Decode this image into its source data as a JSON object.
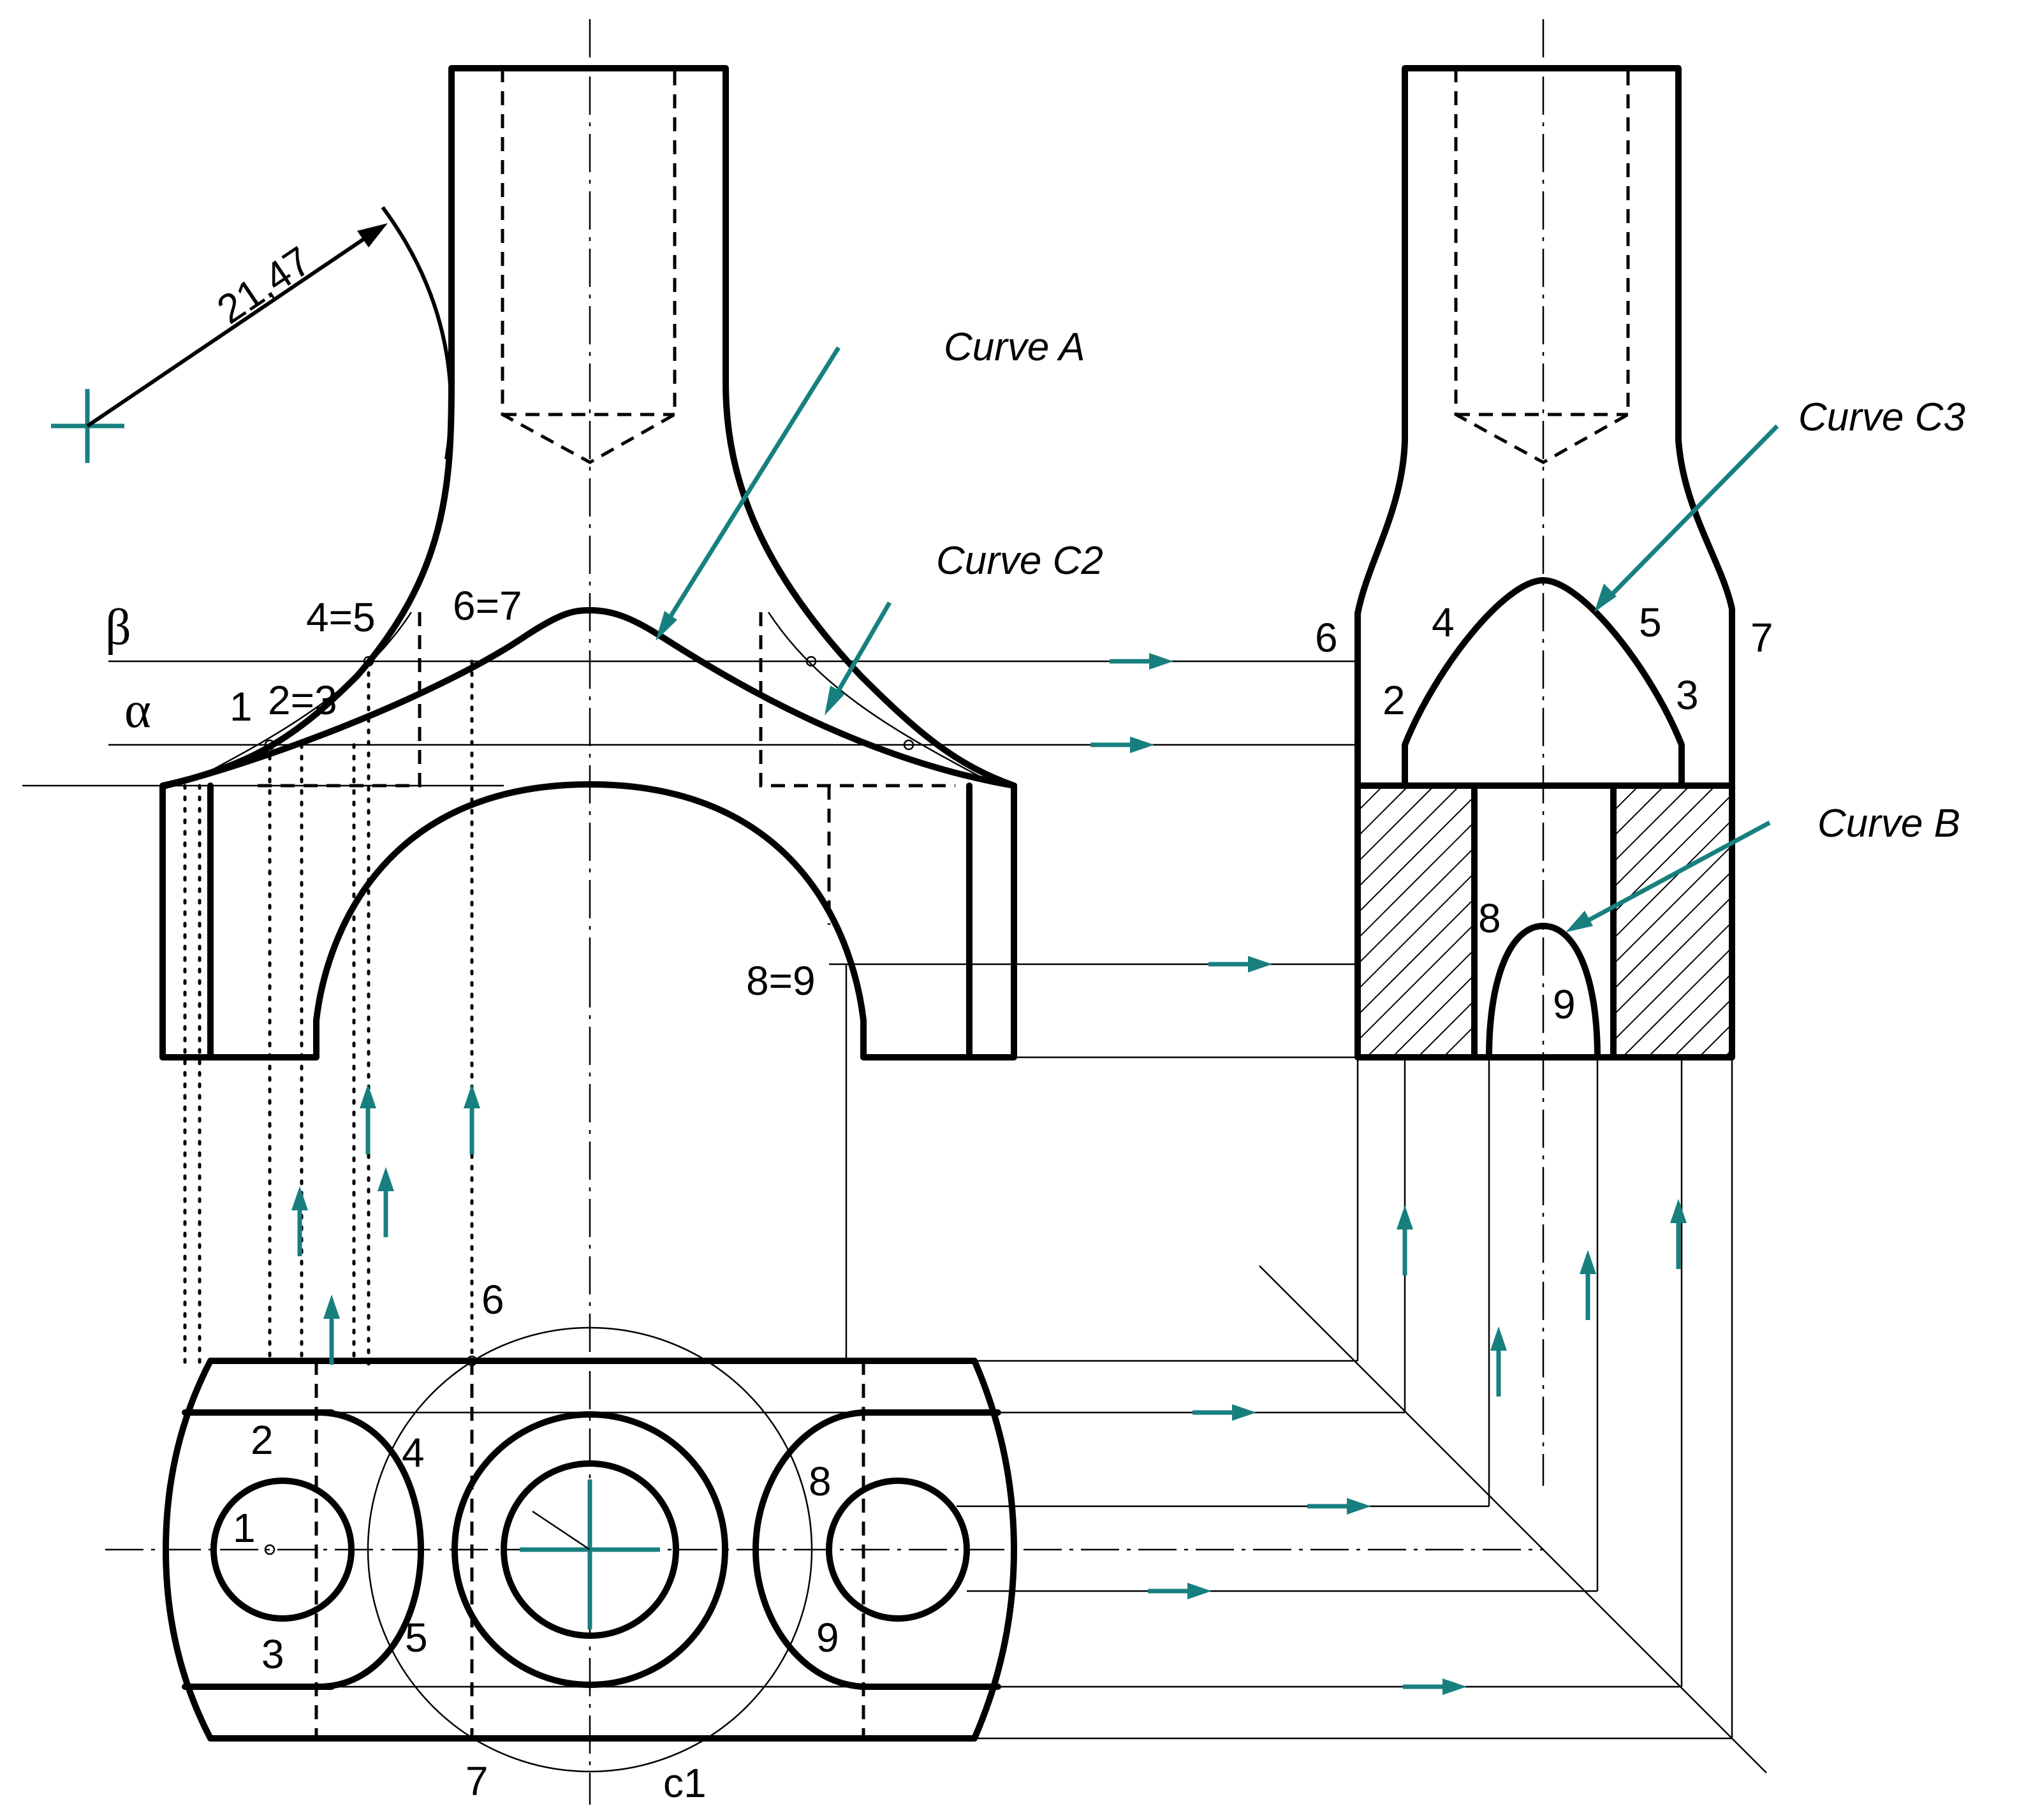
{
  "curve_labels": {
    "curve_a": "Curve A",
    "curve_c2": "Curve C2",
    "curve_c3": "Curve C3",
    "curve_b": "Curve B"
  },
  "dimension": {
    "radius": "21,47"
  },
  "planes": {
    "beta": "β",
    "alpha": "α"
  },
  "front_view_points": {
    "p1": "1",
    "p2eq3": "2=3",
    "p4eq5": "4=5",
    "p6eq7": "6=7",
    "p8eq9": "8=9"
  },
  "side_view_points": {
    "p2": "2",
    "p3": "3",
    "p4": "4",
    "p5": "5",
    "p6": "6",
    "p7": "7",
    "p8": "8",
    "p9": "9"
  },
  "top_view_points": {
    "p1": "1",
    "p2": "2",
    "p3": "3",
    "p4": "4",
    "p5": "5",
    "p6": "6",
    "p7": "7",
    "p8": "8",
    "p9": "9",
    "circle": "c1"
  },
  "colors": {
    "accent": "#17807f",
    "line": "#000000",
    "background": "#ffffff"
  }
}
